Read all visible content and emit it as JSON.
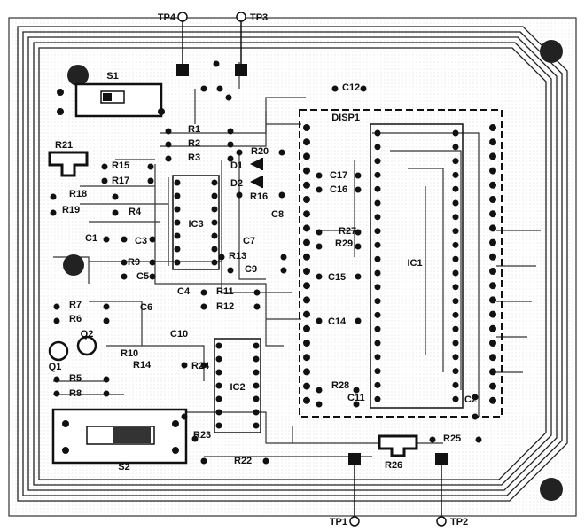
{
  "test_points": {
    "tp1": "TP1",
    "tp2": "TP2",
    "tp3": "TP3",
    "tp4": "TP4"
  },
  "switches": {
    "s1": "S1",
    "s2": "S2"
  },
  "ics": {
    "ic1": "IC1",
    "ic2": "IC2",
    "ic3": "IC3",
    "disp1": "DISP1"
  },
  "transistors": {
    "q1": "Q1",
    "q2": "Q2"
  },
  "diodes": {
    "d1": "D1",
    "d2": "D2"
  },
  "resistors": {
    "r1": "R1",
    "r2": "R2",
    "r3": "R3",
    "r4": "R4",
    "r5": "R5",
    "r6": "R6",
    "r7": "R7",
    "r8": "R8",
    "r9": "R9",
    "r10": "R10",
    "r11": "R11",
    "r12": "R12",
    "r13": "R13",
    "r14": "R14",
    "r15": "R15",
    "r16": "R16",
    "r17": "R17",
    "r18": "R18",
    "r19": "R19",
    "r20": "R20",
    "r21": "R21",
    "r22": "R22",
    "r23": "R23",
    "r24": "R24",
    "r25": "R25",
    "r26": "R26",
    "r27": "R27",
    "r28": "R28",
    "r29": "R29"
  },
  "capacitors": {
    "c1": "C1",
    "c2": "C2",
    "c3": "C3",
    "c4": "C4",
    "c5": "C5",
    "c6": "C6",
    "c7": "C7",
    "c8": "C8",
    "c9": "C9",
    "c10": "C10",
    "c11": "C11",
    "c12": "C12",
    "c14": "C14",
    "c15": "C15",
    "c16": "C16",
    "c17": "C17"
  },
  "colors": {
    "ink": "#111111",
    "board": "#ffffff",
    "pad": "#1a1a1a",
    "copper": "#222222"
  }
}
